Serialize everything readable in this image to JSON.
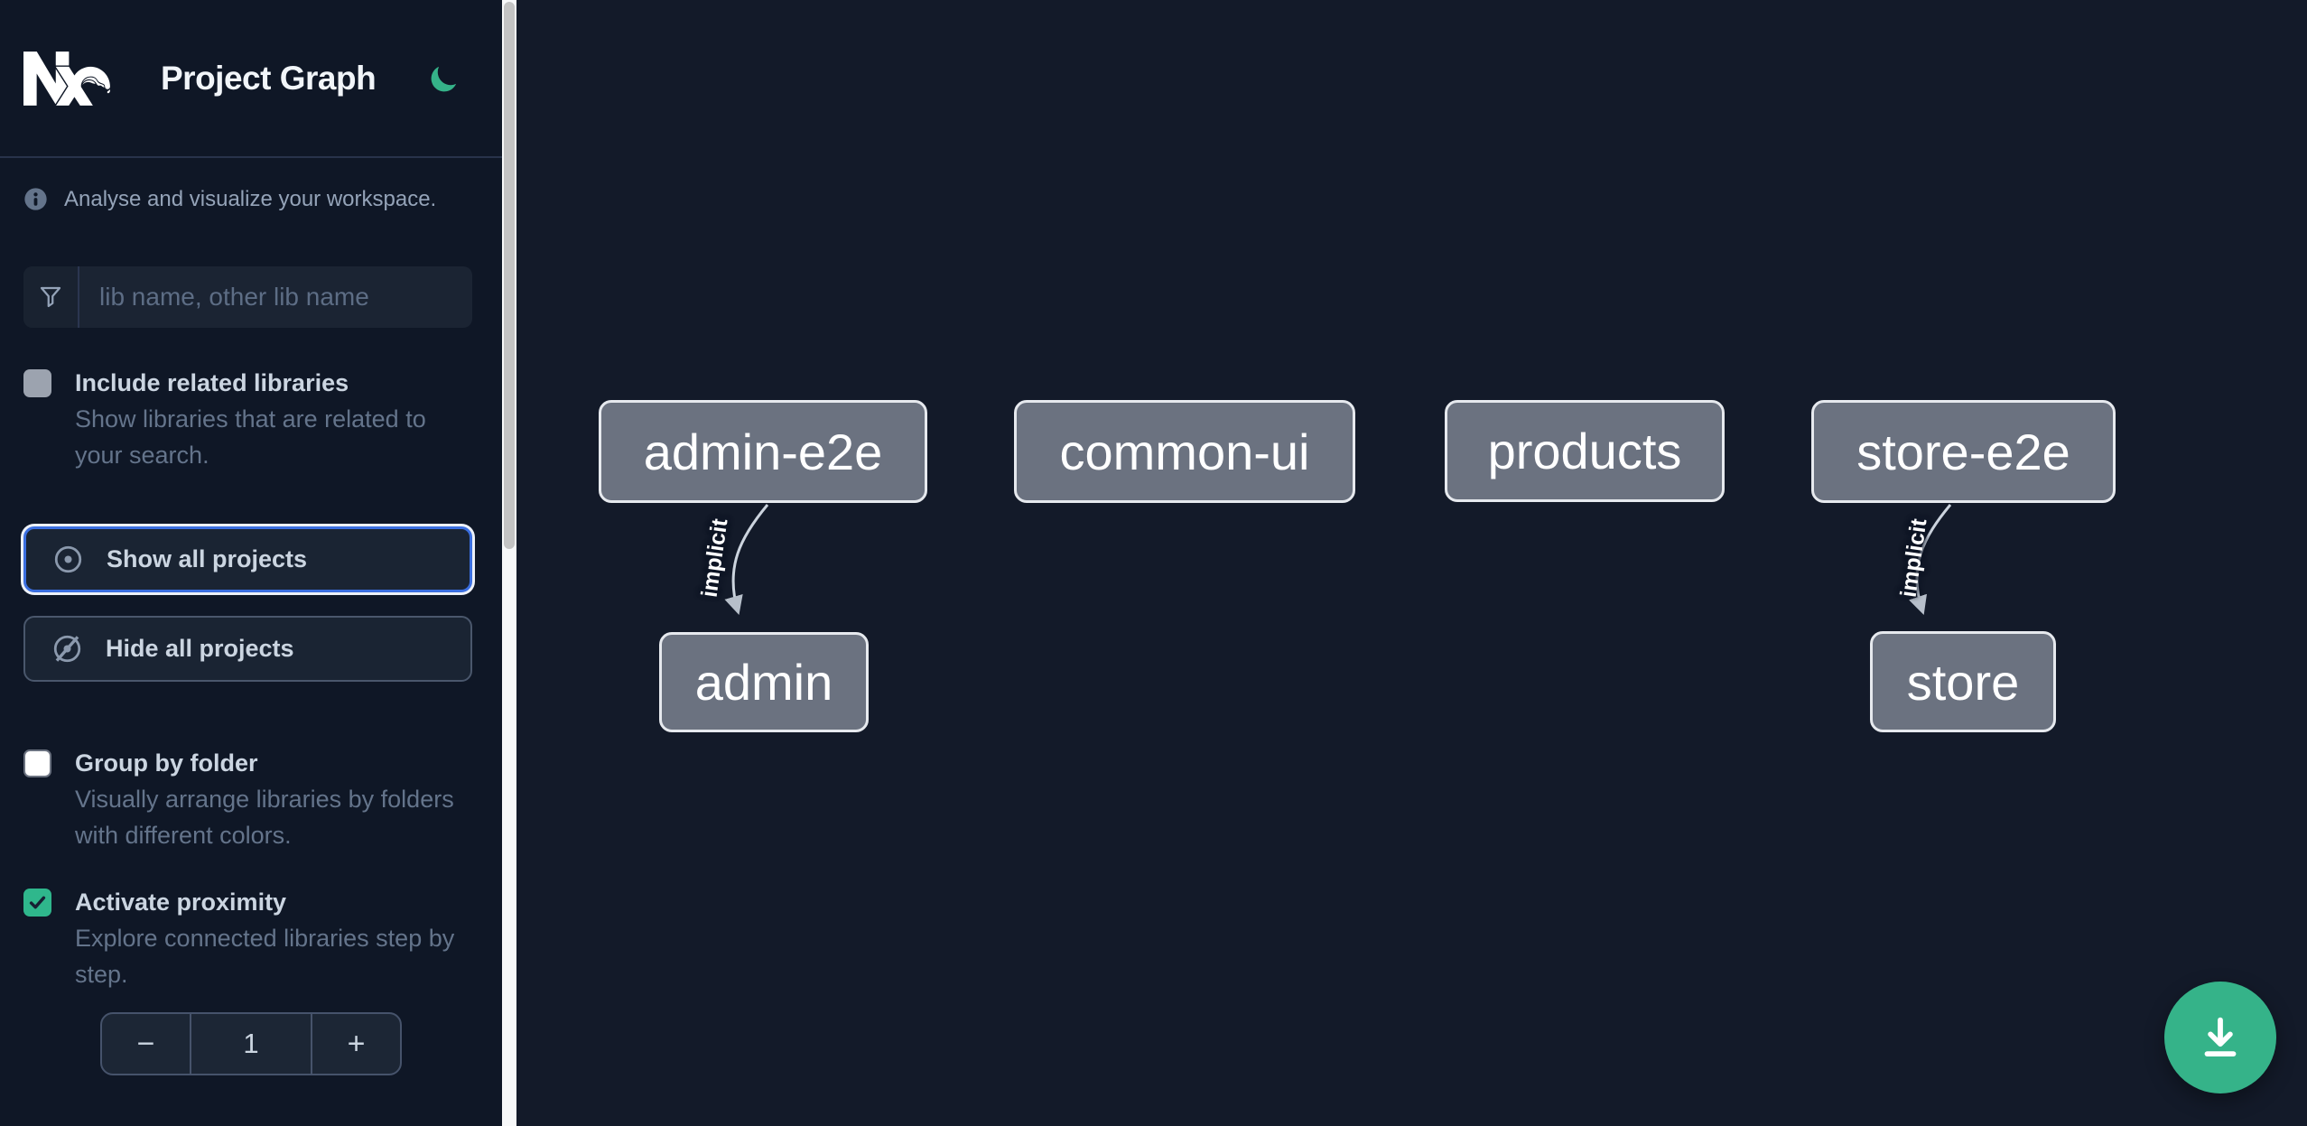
{
  "app": {
    "title": "Project Graph"
  },
  "sidebar": {
    "tagline": "Analyse and visualize your workspace.",
    "search_placeholder": "lib name, other lib name",
    "options": {
      "include_related": {
        "label": "Include related libraries",
        "description": "Show libraries that are related to your search.",
        "checked": false
      },
      "group_by_folder": {
        "label": "Group by folder",
        "description": "Visually arrange libraries by folders with different colors.",
        "checked": false
      },
      "activate_proximity": {
        "label": "Activate proximity",
        "description": "Explore connected libraries step by step.",
        "checked": true
      }
    },
    "actions": {
      "show_all": "Show all projects",
      "hide_all": "Hide all projects"
    },
    "proximity_stepper": {
      "decrement": "−",
      "value": "1",
      "increment": "+"
    }
  },
  "graph": {
    "nodes": [
      {
        "id": "admin-e2e",
        "label": "admin-e2e"
      },
      {
        "id": "common-ui",
        "label": "common-ui"
      },
      {
        "id": "products",
        "label": "products"
      },
      {
        "id": "store-e2e",
        "label": "store-e2e"
      },
      {
        "id": "admin",
        "label": "admin"
      },
      {
        "id": "store",
        "label": "store"
      }
    ],
    "edges": [
      {
        "from": "admin-e2e",
        "to": "admin",
        "label": "implicit"
      },
      {
        "from": "store-e2e",
        "to": "store",
        "label": "implicit"
      }
    ]
  },
  "icons": {
    "logo": "nx-logo",
    "theme": "moon-icon",
    "info": "info-icon",
    "filter": "funnel-icon",
    "show": "eye-icon",
    "hide": "eye-slash-icon",
    "fab": "download-icon"
  },
  "colors": {
    "accent_teal": "#35b389",
    "focus_blue": "#3b6fe0",
    "node_fill": "#6b7280",
    "sidebar_bg": "#0f1726",
    "canvas_bg": "#131a29",
    "scrollbar_thumb": "#c3c3c3"
  }
}
